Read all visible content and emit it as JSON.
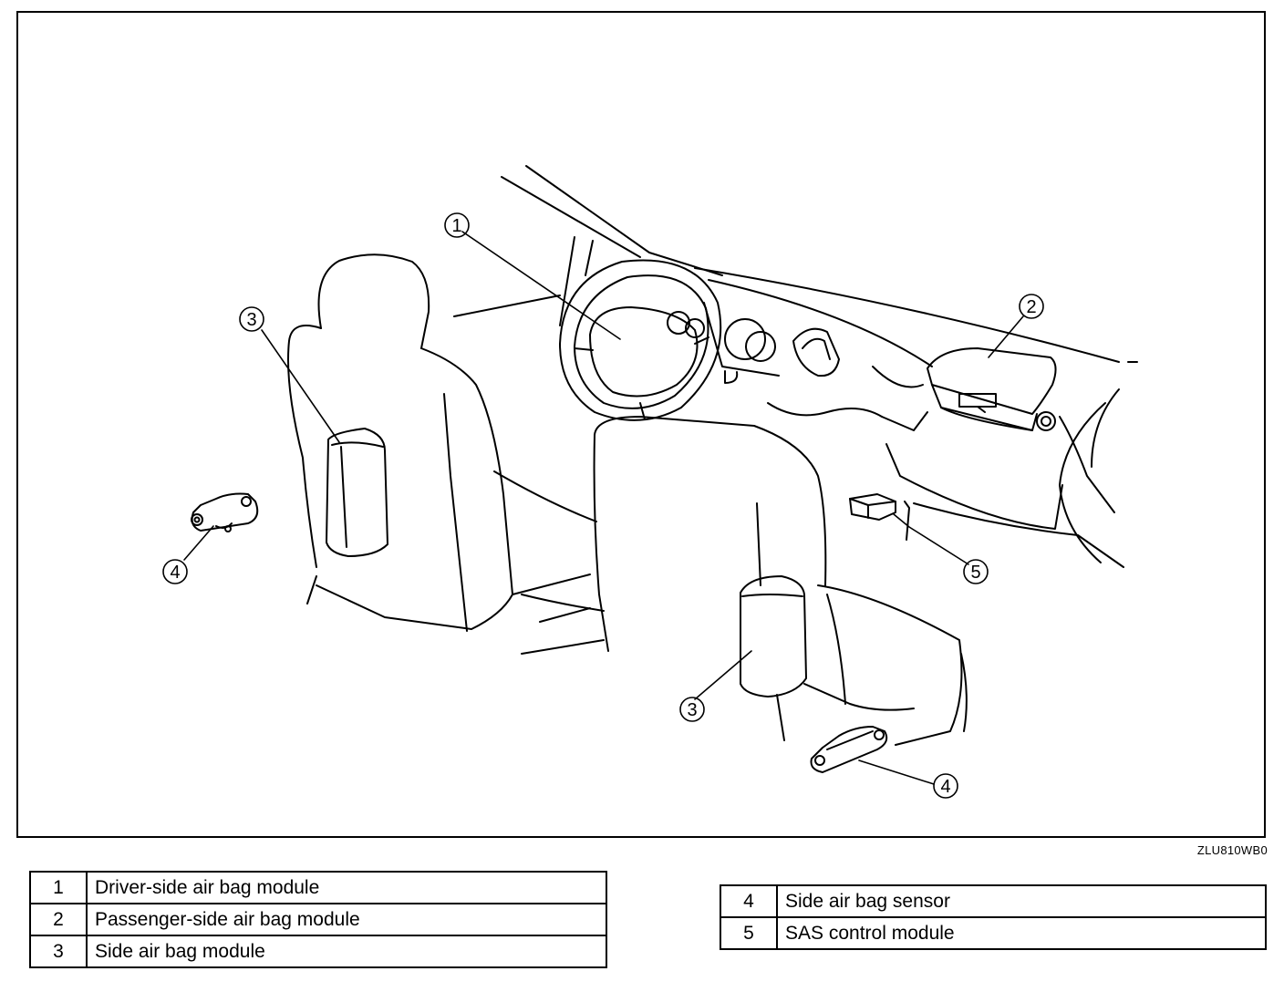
{
  "figure": {
    "callouts": [
      "1",
      "2",
      "3",
      "3",
      "4",
      "4",
      "5"
    ]
  },
  "drawing_code": "ZLU810WB0",
  "legend_left": [
    {
      "num": "1",
      "label": "Driver-side air bag module"
    },
    {
      "num": "2",
      "label": "Passenger-side air bag module"
    },
    {
      "num": "3",
      "label": "Side air bag module"
    }
  ],
  "legend_right": [
    {
      "num": "4",
      "label": "Side air bag sensor"
    },
    {
      "num": "5",
      "label": "SAS control module"
    }
  ]
}
